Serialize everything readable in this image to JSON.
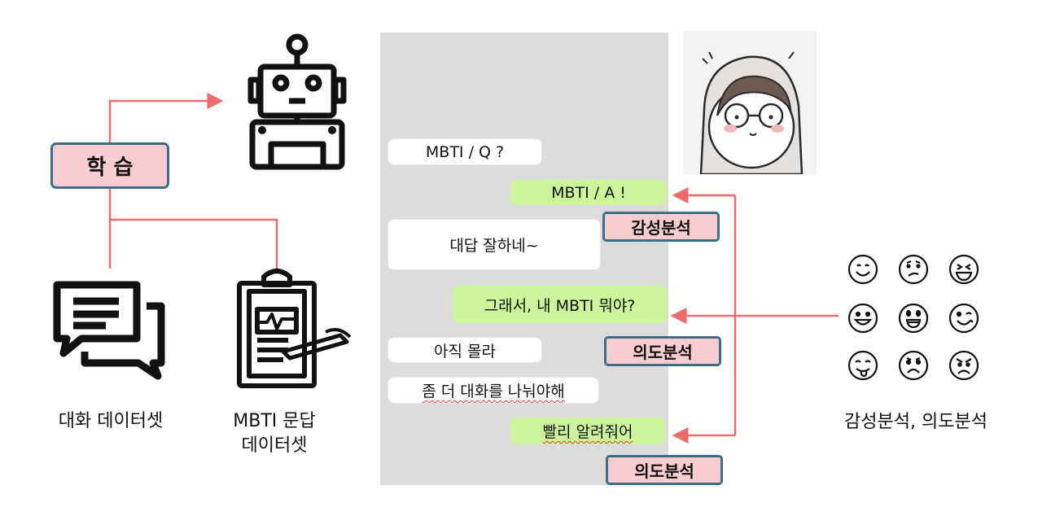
{
  "learning": {
    "label": "학  습"
  },
  "left_captions": {
    "dialogue_dataset": "대화 데이터셋",
    "mbti_qa_dataset_line1": "MBTI 문답",
    "mbti_qa_dataset_line2": "데이터셋"
  },
  "chat": {
    "messages": [
      {
        "text": "MBTI / Q ?",
        "side": "bot"
      },
      {
        "text": "MBTI / A !",
        "side": "user"
      },
      {
        "text": "대답 잘하네~",
        "side": "bot"
      },
      {
        "text": "그래서, 내 MBTI 뭐야?",
        "side": "user"
      },
      {
        "text": "아직 몰라",
        "side": "bot"
      },
      {
        "text": "좀 더 대화를 나눠야해",
        "side": "bot"
      },
      {
        "text": "빨리 알려줘어",
        "side": "user"
      }
    ]
  },
  "tags": {
    "sentiment": "감성분석",
    "intent_1": "의도분석",
    "intent_2": "의도분석"
  },
  "right_caption": "감성분석, 의도분석",
  "colors": {
    "arrow": "#ec6b6b",
    "tag_fill": "#f8cdd0",
    "tag_border": "#3e6e86",
    "chat_bg": "#dcdcdc",
    "user_bubble": "#ccf59b"
  }
}
